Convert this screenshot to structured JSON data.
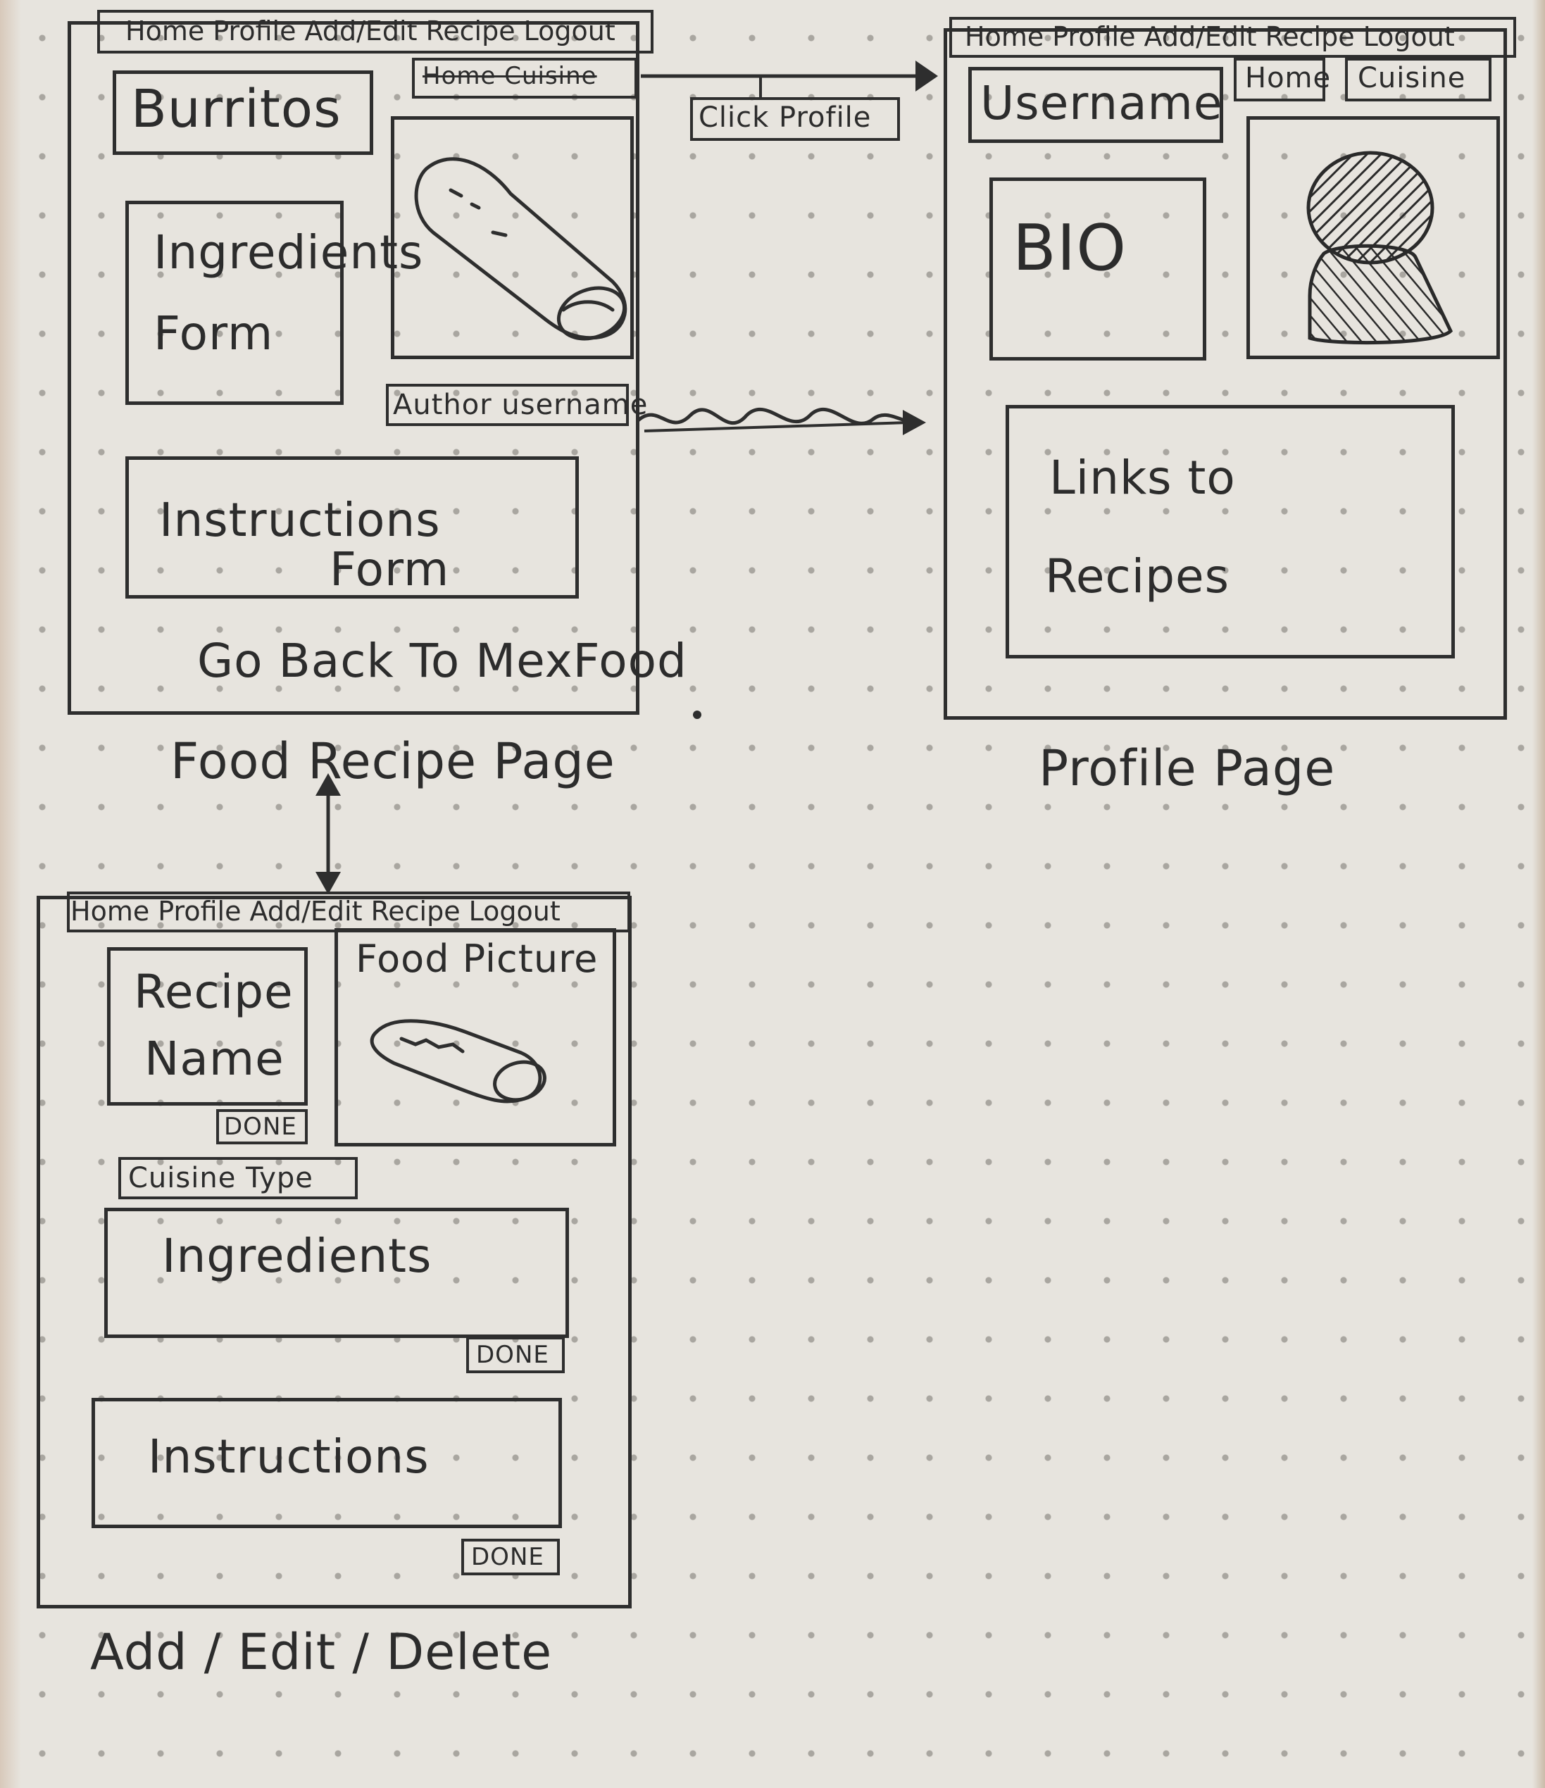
{
  "food_recipe_page": {
    "caption": "Food Recipe Page",
    "nav": "Home Profile Add/Edit Recipe Logout",
    "tab_label": "Home Cuisine",
    "title": "Burritos",
    "ingredients_line1": "Ingredients",
    "ingredients_line2": "Form",
    "author_button": "Author username",
    "instructions_line1": "Instructions",
    "instructions_line2": "Form",
    "back_link": "Go Back To MexFood"
  },
  "arrows": {
    "click_profile": "Click Profile"
  },
  "profile_page": {
    "caption": "Profile Page",
    "nav": "Home Profile Add/Edit Recipe Logout",
    "username": "Username",
    "tab_home": "Home",
    "tab_cuisine": "Cuisine",
    "bio": "BIO",
    "links_line1": "Links to",
    "links_line2": "Recipes"
  },
  "add_edit_page": {
    "caption": "Add / Edit / Delete",
    "nav": "Home Profile Add/Edit Recipe Logout",
    "recipe_name_line1": "Recipe",
    "recipe_name_line2": "Name",
    "food_picture": "Food Picture",
    "cuisine_type": "Cuisine Type",
    "ingredients": "Ingredients",
    "instructions": "Instructions",
    "done_label": "DONE"
  }
}
